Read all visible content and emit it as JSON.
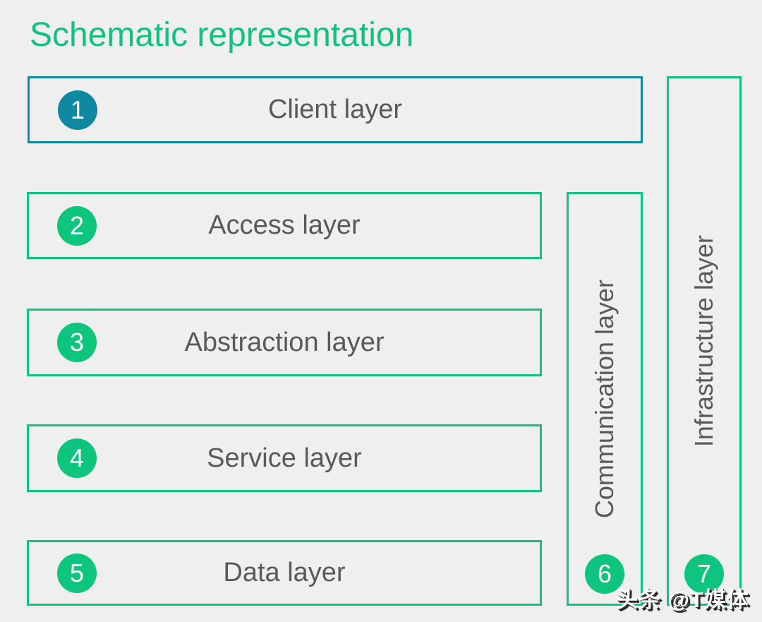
{
  "title": {
    "text": "Schematic representation"
  },
  "colors": {
    "background": "#f0efef",
    "title_green": "#12c17d",
    "green": "#0ec57d",
    "teal": "#0f89a1",
    "text_gray": "#595959",
    "white": "#ffffff"
  },
  "layers": [
    {
      "number": "1",
      "label": "Client layer",
      "accent": "teal"
    },
    {
      "number": "2",
      "label": "Access layer",
      "accent": "green"
    },
    {
      "number": "3",
      "label": "Abstraction layer",
      "accent": "green"
    },
    {
      "number": "4",
      "label": "Service layer",
      "accent": "green"
    },
    {
      "number": "5",
      "label": "Data layer",
      "accent": "green"
    }
  ],
  "vertical_layers": [
    {
      "number": "6",
      "label": "Communication layer",
      "accent": "green"
    },
    {
      "number": "7",
      "label": "Infrastructure layer",
      "accent": "green"
    }
  ],
  "watermark": {
    "text": "头条 @T媒体"
  }
}
